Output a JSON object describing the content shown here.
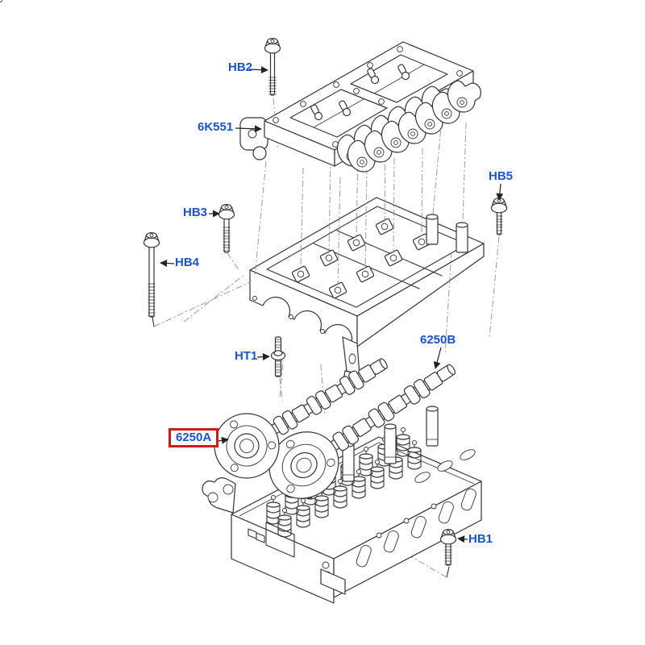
{
  "diagram": {
    "type": "exploded-parts-diagram",
    "colors": {
      "label": "#1d53c4",
      "highlight": "#cc1c1c",
      "line": "#333333",
      "projection": "#9a9a9a",
      "background": "#ffffff"
    },
    "highlighted_part": "6250A",
    "callouts": {
      "hb2": {
        "label": "HB2"
      },
      "k6551": {
        "label": "6K551"
      },
      "hb3": {
        "label": "HB3"
      },
      "hb4": {
        "label": "HB4"
      },
      "hb5": {
        "label": "HB5"
      },
      "ht1": {
        "label": "HT1"
      },
      "c6250b": {
        "label": "6250B"
      },
      "c6250a": {
        "label": "6250A"
      },
      "hb1": {
        "label": "HB1"
      }
    }
  }
}
